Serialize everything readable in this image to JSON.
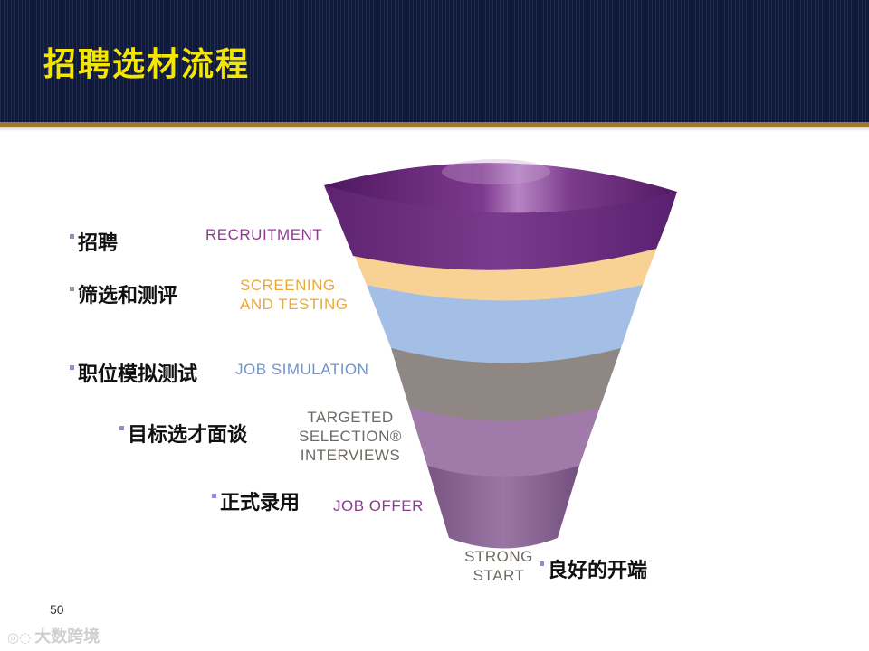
{
  "slide": {
    "title": "招聘选材流程",
    "page_number": "50"
  },
  "funnel": {
    "stages": [
      {
        "en": "RECRUITMENT",
        "cn": "招聘",
        "color": "#6e2a7e"
      },
      {
        "en": "SCREENING AND TESTING",
        "en_line1": "SCREENING",
        "en_line2": "AND TESTING",
        "cn": "筛选和测评",
        "color": "#f7d294"
      },
      {
        "en": "JOB SIMULATION",
        "cn": "职位模拟测试",
        "color": "#a3bfe6"
      },
      {
        "en": "TARGETED SELECTION® INTERVIEWS",
        "en_line1": "TARGETED",
        "en_line2": "SELECTION®",
        "en_line3": "INTERVIEWS",
        "cn": "目标选才面谈",
        "color": "#8e8783"
      },
      {
        "en": "JOB OFFER",
        "cn": "正式录用",
        "color": "#a07aa8"
      },
      {
        "en": "STRONG START",
        "en_line1": "STRONG",
        "en_line2": "START",
        "cn": "良好的开端",
        "color": "#7c4f86"
      }
    ]
  },
  "watermark": {
    "icon": "camera-logo-icon",
    "text": "大数跨境"
  }
}
